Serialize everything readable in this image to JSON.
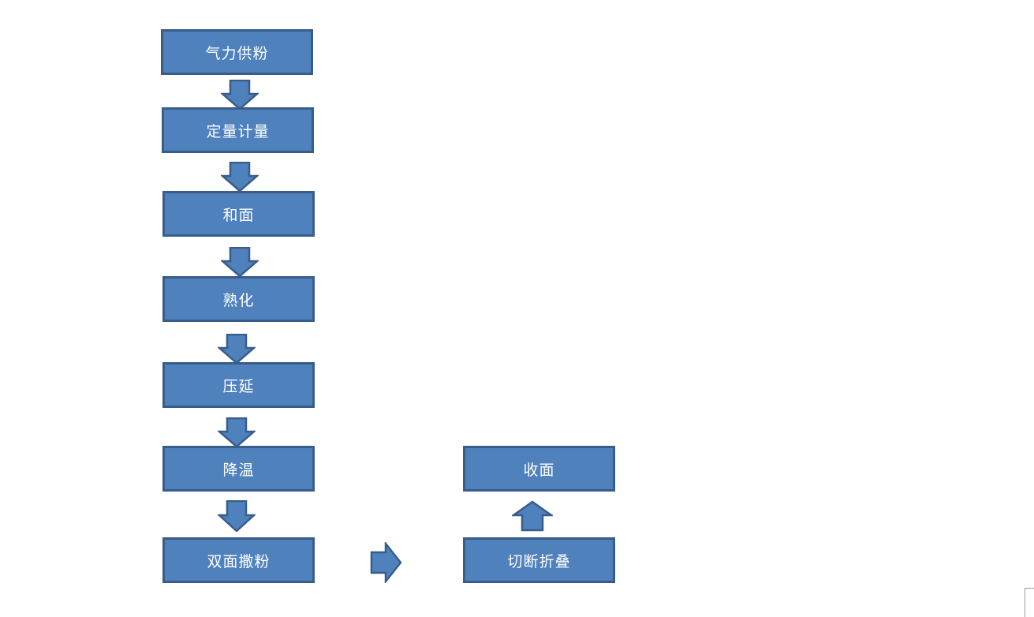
{
  "diagram": {
    "fill_color": "#4f81bd",
    "stroke_color": "#385d8a",
    "text_color": "#ffffff",
    "steps": {
      "pneumatic_feed": "气力供粉",
      "quantitative_metering": "定量计量",
      "dough_mixing": "和面",
      "maturing": "熟化",
      "rolling": "压延",
      "cooling": "降温",
      "double_side_dusting": "双面撒粉",
      "cut_and_fold": "切断折叠",
      "collect_noodles": "收面"
    },
    "arrows": [
      {
        "id": "feed-to-metering",
        "direction": "down"
      },
      {
        "id": "metering-to-mixing",
        "direction": "down"
      },
      {
        "id": "mixing-to-maturing",
        "direction": "down"
      },
      {
        "id": "maturing-to-rolling",
        "direction": "down"
      },
      {
        "id": "rolling-to-cooling",
        "direction": "down"
      },
      {
        "id": "cooling-to-dusting",
        "direction": "down"
      },
      {
        "id": "dusting-to-cut",
        "direction": "right"
      },
      {
        "id": "cut-to-collect",
        "direction": "up"
      }
    ]
  }
}
